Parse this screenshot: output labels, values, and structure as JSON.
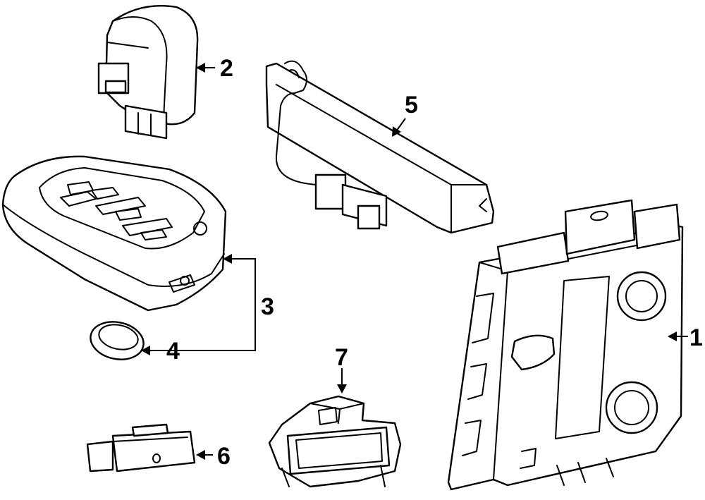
{
  "callouts": {
    "c1": "1",
    "c2": "2",
    "c3": "3",
    "c4": "4",
    "c5": "5",
    "c6": "6",
    "c7": "7"
  },
  "parts": [
    {
      "callout": "1",
      "icon": "body-control-module-icon"
    },
    {
      "callout": "2",
      "icon": "relay-icon"
    },
    {
      "callout": "3",
      "icon": "key-fob-icon"
    },
    {
      "callout": "4",
      "icon": "battery-icon"
    },
    {
      "callout": "5",
      "icon": "antenna-icon"
    },
    {
      "callout": "6",
      "icon": "sensor-icon"
    },
    {
      "callout": "7",
      "icon": "receiver-icon"
    }
  ],
  "colors": {
    "line": "#000000",
    "background": "#ffffff"
  }
}
